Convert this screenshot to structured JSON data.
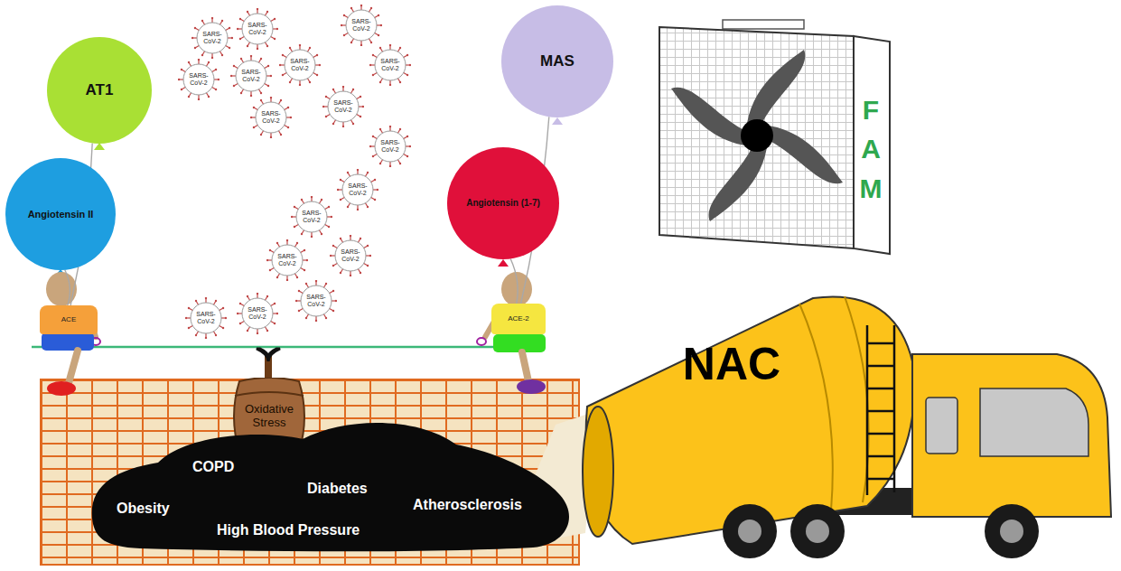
{
  "diagram": {
    "nodes": [
      {
        "text": [
          "AT1"
        ]
      },
      {
        "text": [
          "Angiotensin II"
        ]
      },
      {
        "text": [
          "SARS-CoV-2"
        ]
      },
      {
        "text": [
          "SARS-CoV-2"
        ]
      },
      {
        "text": [
          "SARS-CoV-2"
        ]
      },
      {
        "text": [
          "SARS-CoV-2"
        ]
      },
      {
        "text": [
          "SARS-CoV-2"
        ]
      },
      {
        "text": [
          "SARS-CoV-2"
        ]
      },
      {
        "text": [
          "SARS-CoV-2"
        ]
      },
      {
        "text": [
          "SARS-CoV-2"
        ]
      },
      {
        "text": [
          "SARS-CoV-2"
        ]
      },
      {
        "text": [
          "SARS-CoV-2"
        ]
      },
      {
        "text": [
          "SARS-CoV-2"
        ]
      },
      {
        "text": [
          "SARS-CoV-2"
        ]
      },
      {
        "text": [
          "SARS-CoV-2"
        ]
      },
      {
        "text": [
          "SARS-CoV-2"
        ]
      },
      {
        "text": [
          "SARS-CoV-2"
        ]
      },
      {
        "text": [
          "SARS-CoV-2"
        ]
      },
      {
        "text": [
          "SARS-CoV-2"
        ]
      },
      {
        "text": [
          "MAS"
        ]
      },
      {
        "text": [
          "Angiotensin (1-7)"
        ]
      },
      {
        "text": [
          "F A M"
        ]
      },
      {
        "text": [
          "ACE"
        ]
      },
      {
        "text": [
          "ACE-2"
        ]
      },
      {
        "text": [
          "Oxidative Stress"
        ]
      },
      {
        "text": [
          "COPD",
          "Diabetes",
          "Obesity",
          "Atherosclerosis",
          "High Blood Pressure"
        ]
      },
      {
        "text": [
          "NAC"
        ]
      }
    ],
    "edges": [
      {
        "from": 0,
        "to": 22,
        "arrow": "none"
      },
      {
        "from": 1,
        "to": 22,
        "arrow": "none"
      },
      {
        "from": 19,
        "to": 23,
        "arrow": "none"
      },
      {
        "from": 20,
        "to": 23,
        "arrow": "none"
      }
    ]
  }
}
